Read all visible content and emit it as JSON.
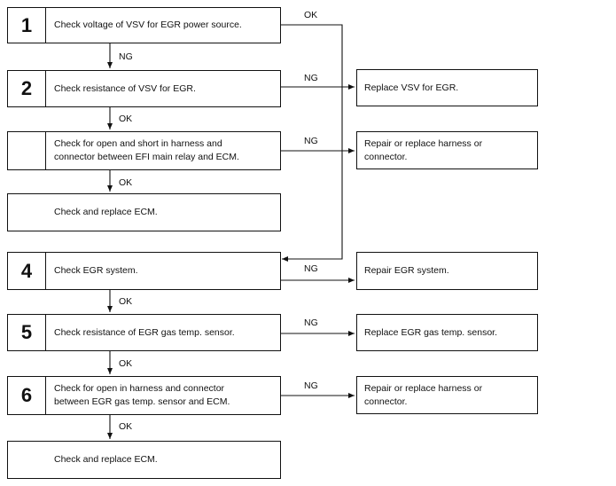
{
  "steps": [
    {
      "num": "1",
      "text": "Check voltage of VSV for EGR power source."
    },
    {
      "num": "2",
      "text": "Check resistance of VSV for EGR."
    },
    {
      "num": "",
      "text": "Check for open and short in harness and\nconnector between EFI main relay and ECM."
    },
    {
      "num": "",
      "text": "Check and replace ECM."
    },
    {
      "num": "4",
      "text": "Check EGR system."
    },
    {
      "num": "5",
      "text": "Check resistance of EGR gas temp. sensor."
    },
    {
      "num": "6",
      "text": "Check for open in harness and connector\nbetween EGR gas temp. sensor and ECM."
    },
    {
      "num": "",
      "text": "Check and replace ECM."
    }
  ],
  "actions": [
    {
      "text": "Replace VSV for EGR."
    },
    {
      "text": "Repair or replace harness or\nconnector."
    },
    {
      "text": "Repair EGR system."
    },
    {
      "text": "Replace EGR gas temp. sensor."
    },
    {
      "text": "Repair or replace harness or\nconnector."
    }
  ],
  "labels": {
    "ok": "OK",
    "ng": "NG"
  }
}
